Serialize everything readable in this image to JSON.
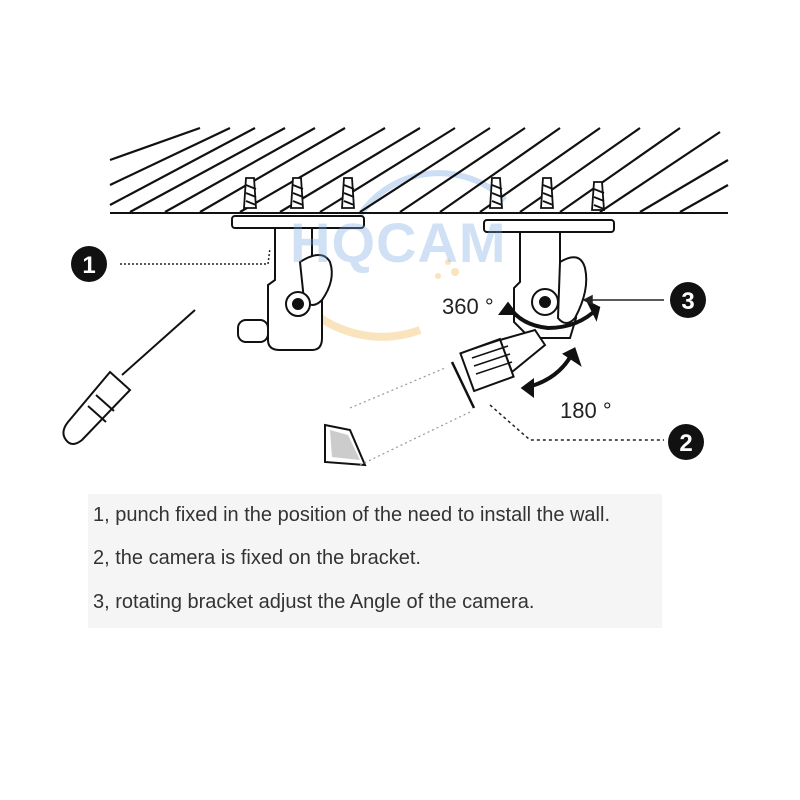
{
  "watermark": {
    "text": "HQCAM"
  },
  "callouts": [
    {
      "label": "1"
    },
    {
      "label": "2"
    },
    {
      "label": "3"
    }
  ],
  "angles": {
    "rotation_a": "360 °",
    "rotation_b": "180 °"
  },
  "instructions": [
    "1, punch fixed in the position of the need to install the wall.",
    "2, the camera is fixed on the bracket.",
    "3, rotating bracket adjust the Angle of the camera."
  ],
  "colors": {
    "ink": "#111111",
    "text": "#333333",
    "caption_bg": "#f5f5f5",
    "watermark": "#7aaae6"
  }
}
